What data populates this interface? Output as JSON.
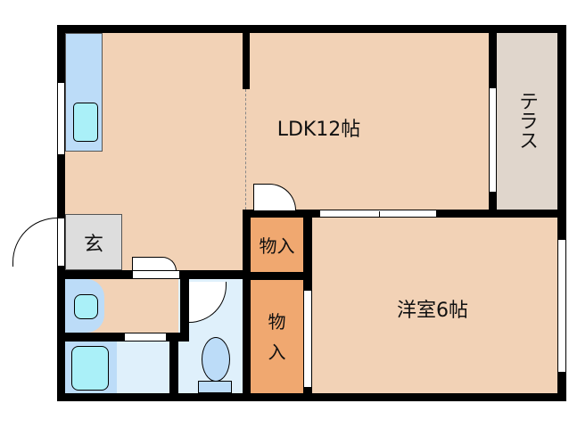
{
  "rooms": {
    "ldk": "LDK12帖",
    "western": "洋室6帖",
    "terrace": "テラス",
    "entrance": "玄",
    "closet1": "物入",
    "closet2": "物\n入"
  },
  "colors": {
    "floor": "#f2d2b6",
    "closet": "#f0a870",
    "terrace": "#e0d6cc",
    "entrance": "#dddddd",
    "wet_area": "#dff0fb",
    "fixture": "#bcdcf8",
    "wall": "#000000"
  }
}
